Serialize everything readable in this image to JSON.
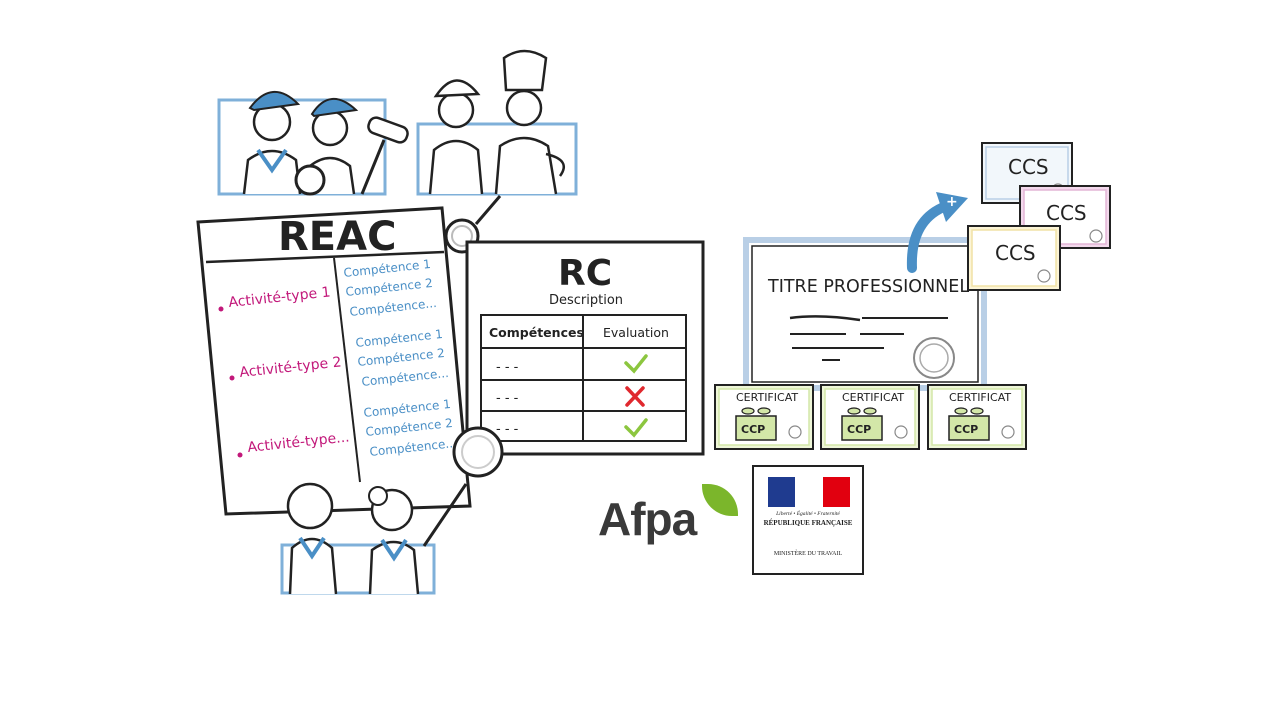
{
  "reac": {
    "title": "REAC",
    "activities": [
      "Activité-type 1",
      "Activité-type 2",
      "Activité-type..."
    ],
    "competence_groups": [
      [
        "Compétence 1",
        "Compétence 2",
        "Compétence..."
      ],
      [
        "Compétence 1",
        "Compétence 2",
        "Compétence..."
      ],
      [
        "Compétence 1",
        "Compétence 2",
        "Compétence..."
      ]
    ]
  },
  "rc": {
    "title": "RC",
    "subtitle": "Description",
    "col_competences": "Compétences",
    "col_evaluation": "Evaluation",
    "rows": [
      {
        "competence": "- - -",
        "evaluation": "check"
      },
      {
        "competence": "- - -",
        "evaluation": "cross"
      },
      {
        "competence": "- - -",
        "evaluation": "check"
      }
    ]
  },
  "titre": {
    "title": "TITRE PROFESSIONNEL",
    "plus_symbol": "+"
  },
  "ccs": [
    {
      "label": "CCS"
    },
    {
      "label": "CCS"
    },
    {
      "label": "CCS"
    }
  ],
  "certificats": [
    {
      "header": "CERTIFICAT",
      "label": "CCP"
    },
    {
      "header": "CERTIFICAT",
      "label": "CCP"
    },
    {
      "header": "CERTIFICAT",
      "label": "CCP"
    }
  ],
  "afpa": {
    "wordmark": "Afpa"
  },
  "republique": {
    "motto": "Liberté • Égalité • Fraternité",
    "name": "RÉPUBLIQUE FRANÇAISE",
    "ministry": "MINISTÈRE DU TRAVAIL"
  },
  "colors": {
    "activity": "#c2187a",
    "competence": "#4a8fc6",
    "check": "#8cc63f",
    "cross": "#e0282e",
    "frame_blue": "#7fb0d9",
    "titre_frame": "#b9cfe6",
    "cert_fill": "#eef6d8",
    "ccs_pink": "#f3d9ec",
    "ccs_yellow": "#fbf4d6",
    "flag_blue": "#1f3b8f",
    "flag_red": "#e1000f"
  }
}
